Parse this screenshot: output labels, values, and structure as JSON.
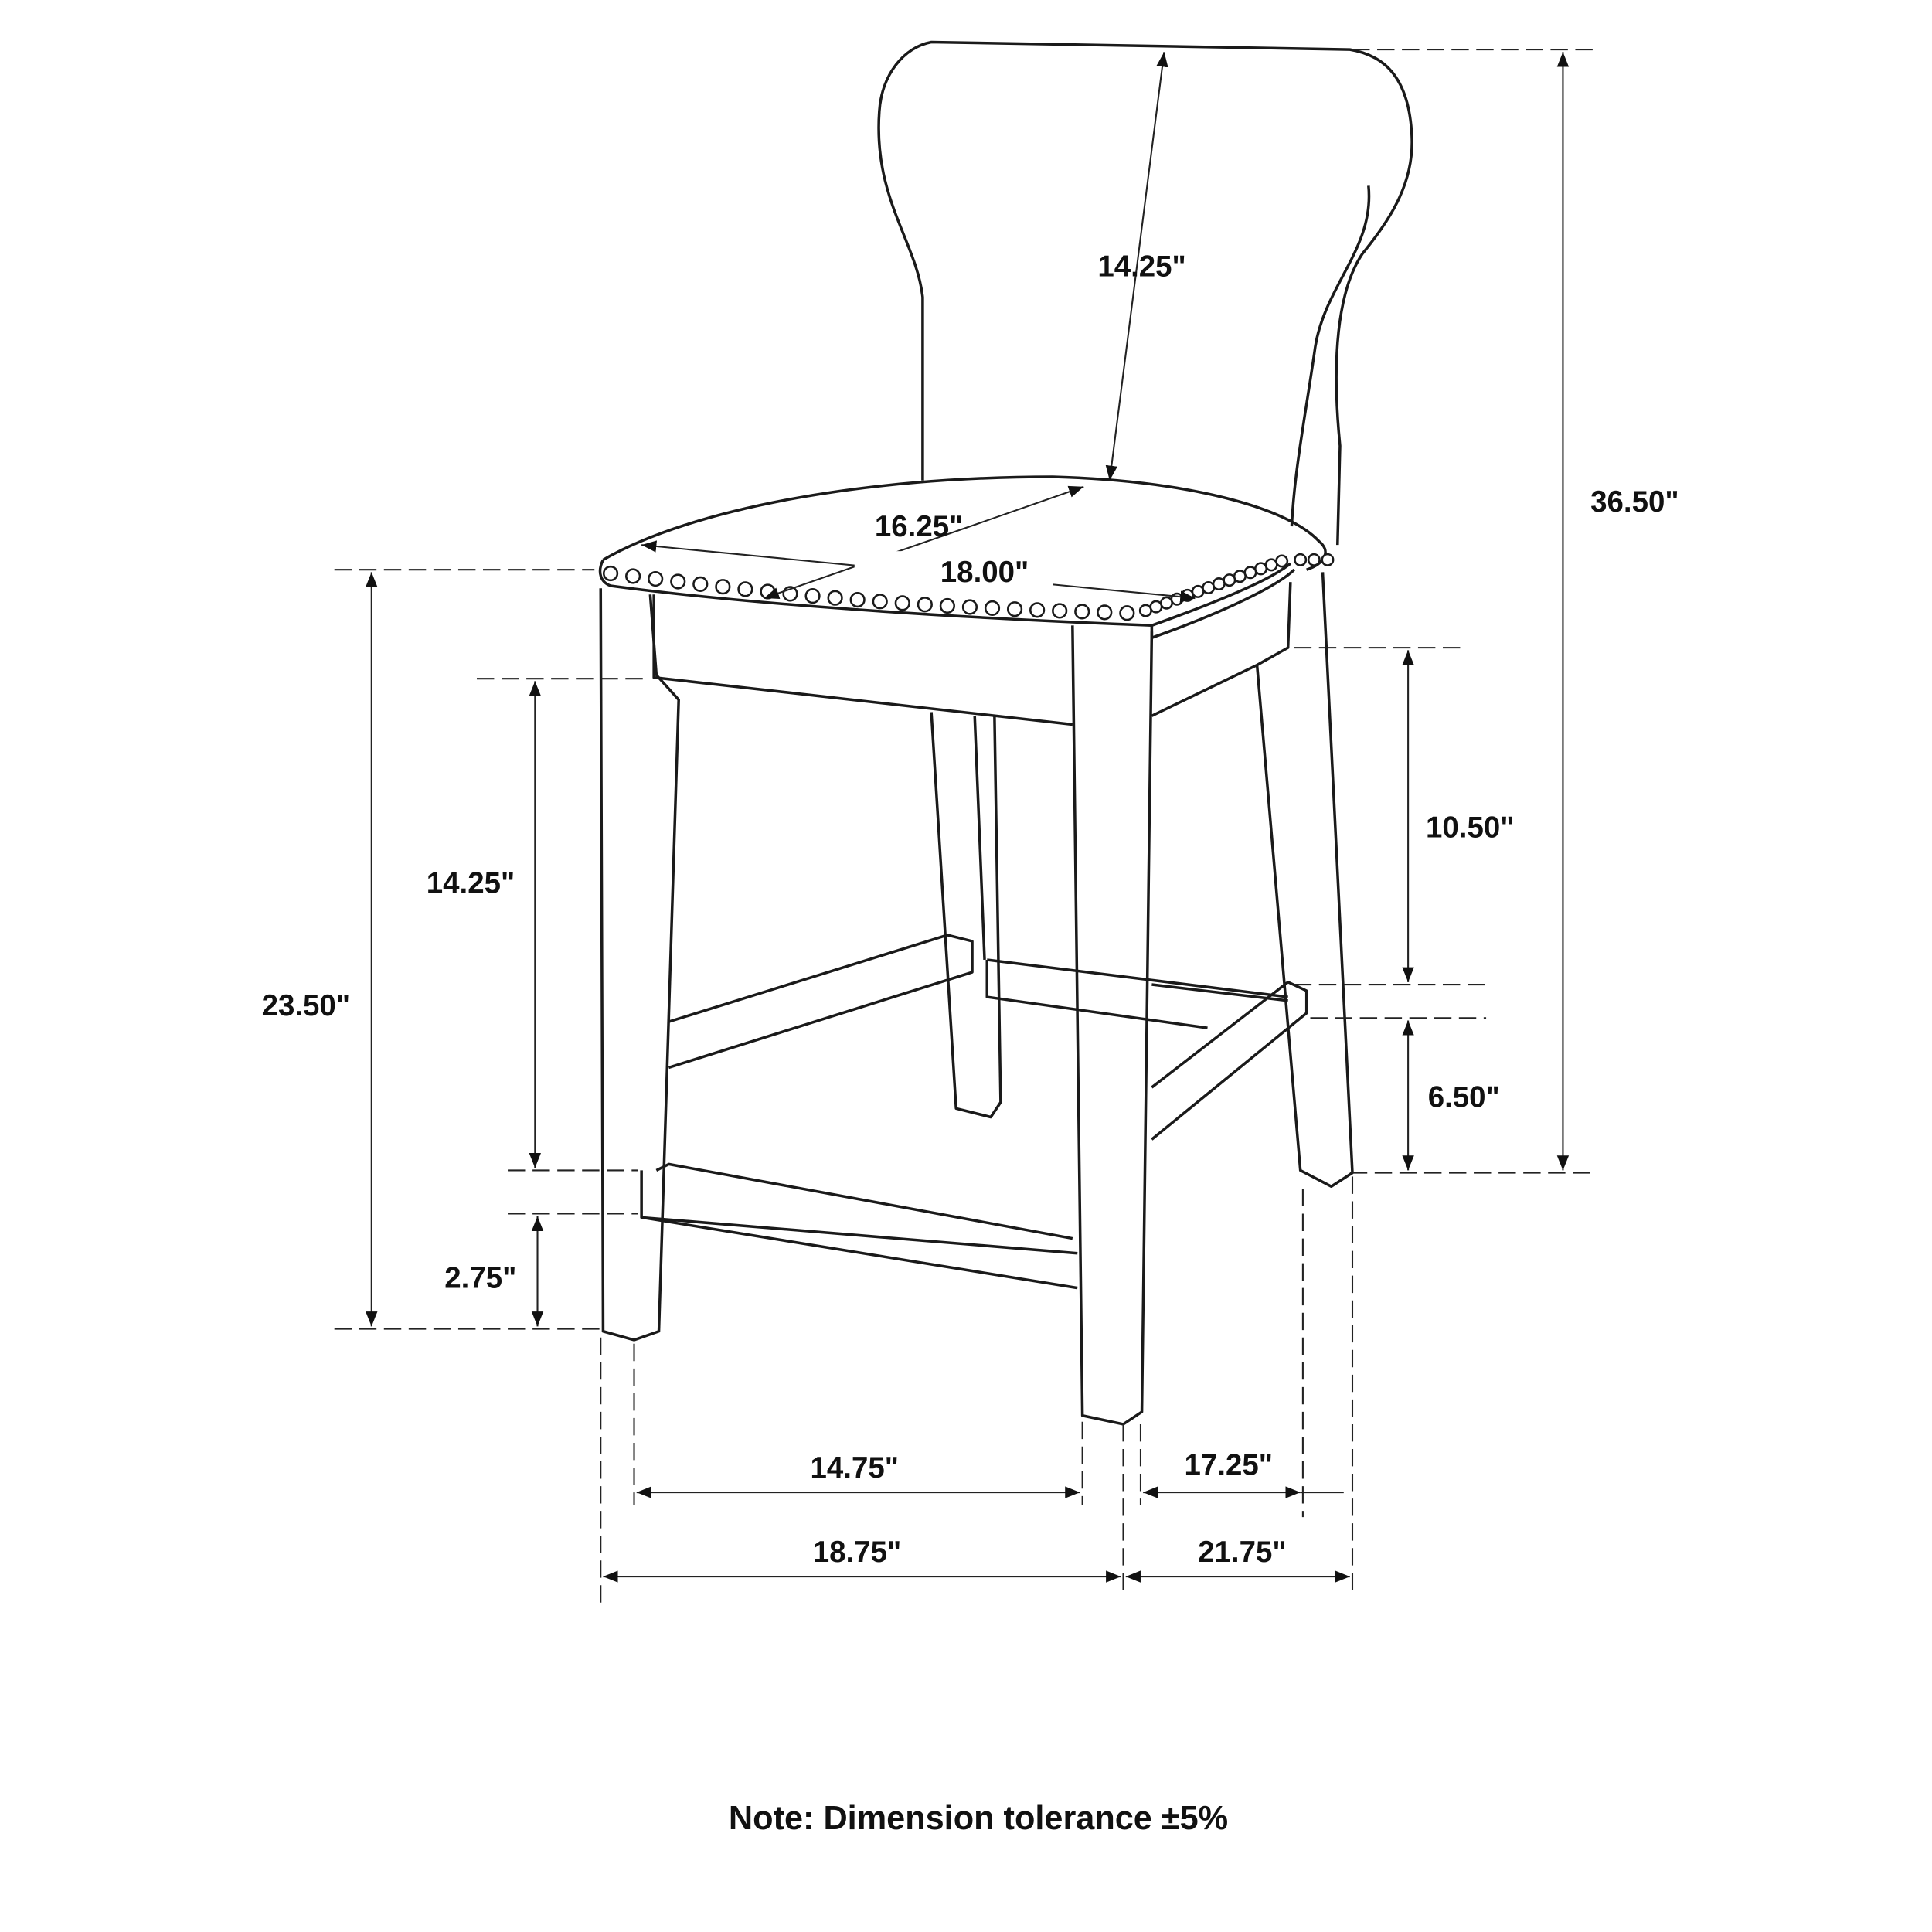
{
  "title": "Counter stool dimension drawing",
  "dimensions": {
    "back_height": "14.25\"",
    "overall_height": "36.50\"",
    "seat_depth": "16.25\"",
    "seat_width": "18.00\"",
    "back_leg_upper": "10.50\"",
    "front_apron_to_stretcher": "14.25\"",
    "seat_height": "23.50\"",
    "back_stretcher_height": "6.50\"",
    "front_stretcher_height": "2.75\"",
    "inner_width": "14.75\"",
    "inner_depth": "17.25\"",
    "overall_width": "18.75\"",
    "overall_depth": "21.75\""
  },
  "note": "Note: Dimension tolerance ±5%"
}
